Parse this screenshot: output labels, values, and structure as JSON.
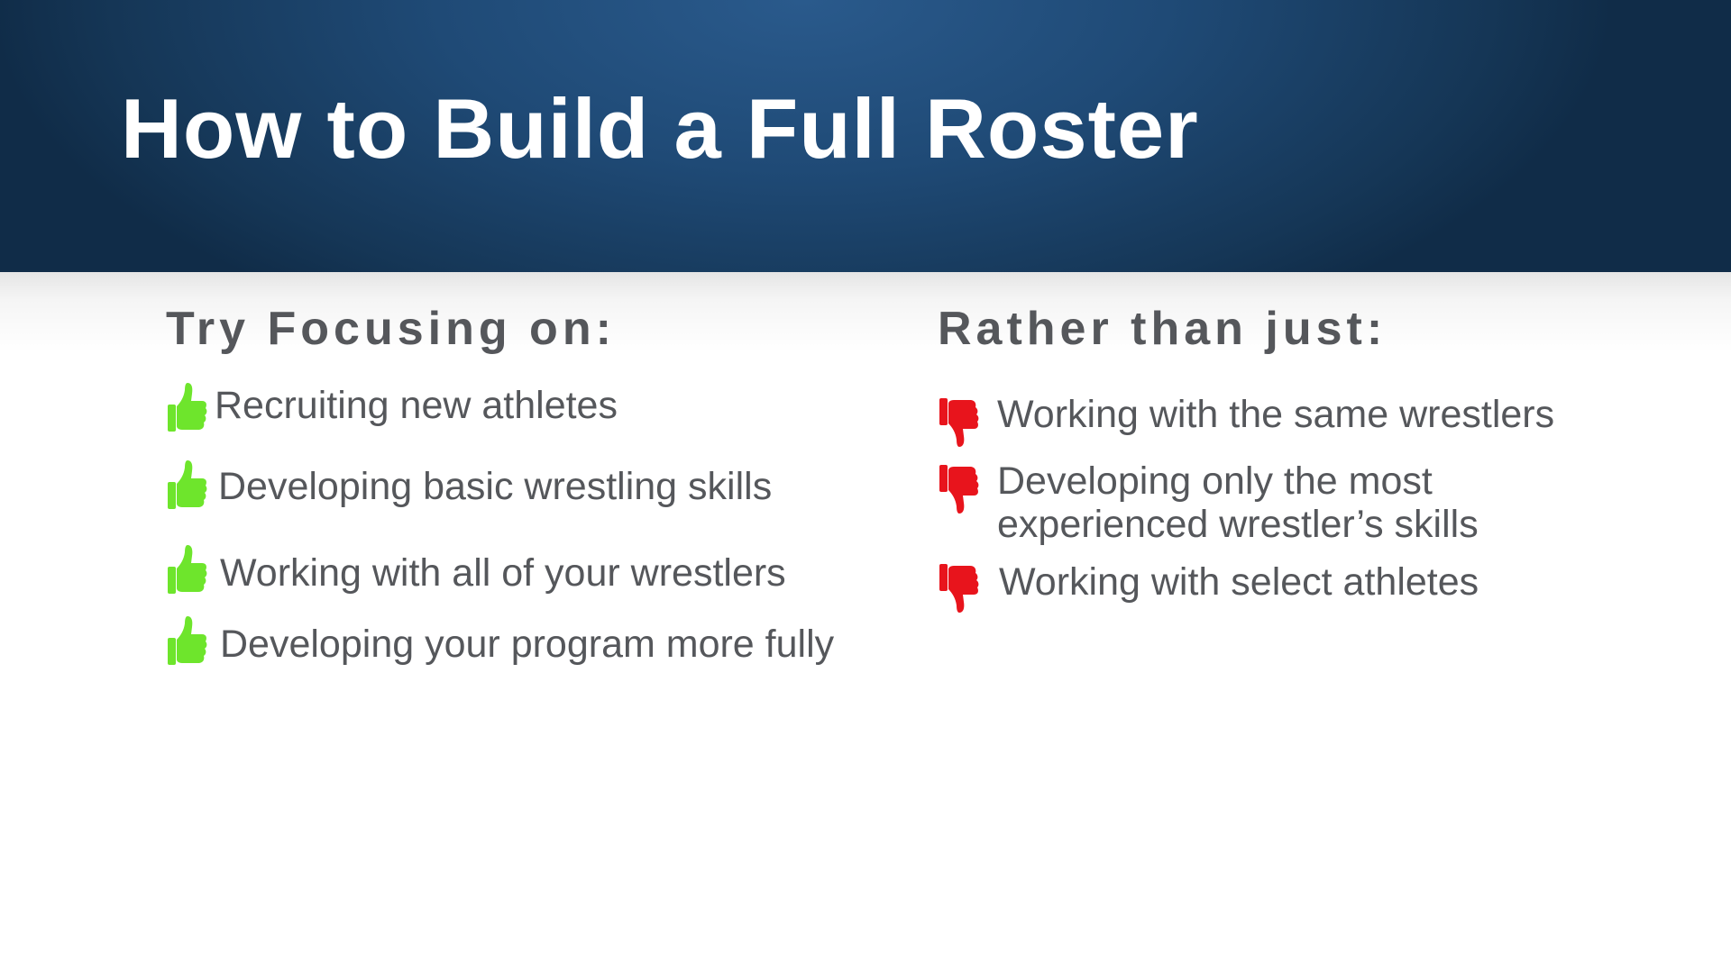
{
  "slide": {
    "title": "How to Build a Full Roster"
  },
  "left_column": {
    "heading": "Try Focusing on:",
    "icon": "thumbs-up-icon",
    "icon_color": "#6ee52c",
    "items": [
      {
        "text": "Recruiting new athletes"
      },
      {
        "text": "Developing basic wrestling skills"
      },
      {
        "text": "Working with all of your wrestlers"
      },
      {
        "text": "Developing your program more fully"
      }
    ]
  },
  "right_column": {
    "heading": "Rather than just:",
    "icon": "thumbs-down-icon",
    "icon_color": "#e8141c",
    "items": [
      {
        "line1": "Working with the same wrestlers",
        "line2": ""
      },
      {
        "line1": "Developing only the most",
        "line2": "experienced wrestler’s skills"
      },
      {
        "line1": "Working with select athletes",
        "line2": ""
      }
    ]
  },
  "colors": {
    "title_bar": "#1f4a76",
    "title_text": "#ffffff",
    "body_text": "#55575b"
  }
}
